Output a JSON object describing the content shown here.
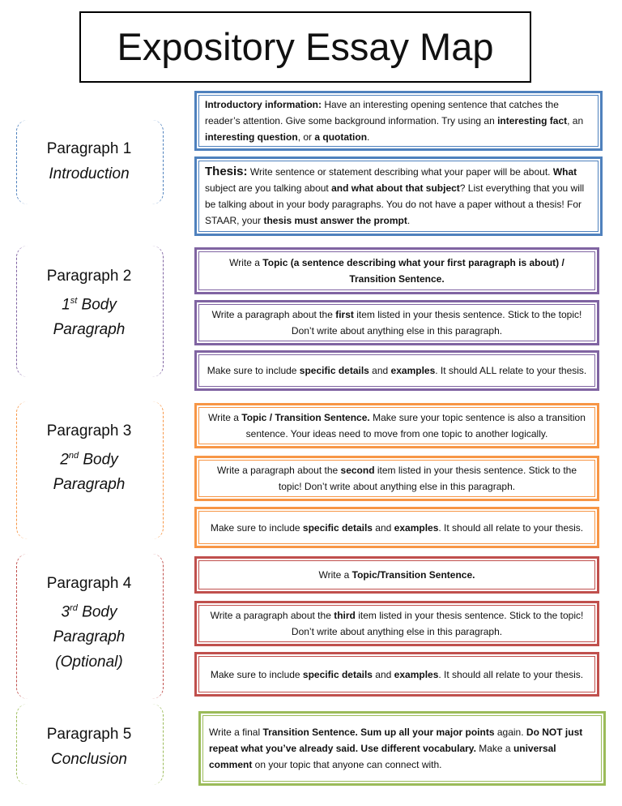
{
  "title": "Expository Essay Map",
  "colors": {
    "p1": "#4f81bd",
    "p2": "#8064a2",
    "p3": "#f79646",
    "p4": "#c0504d",
    "p5": "#9bbb59"
  },
  "sections": [
    {
      "heading": "Paragraph 1",
      "sub": [
        "Introduction"
      ],
      "boxes": [
        [
          {
            "t": "Introductory information:",
            "b": true
          },
          {
            "t": " Have an interesting opening sentence that catches the reader’s attention. Give some background information. Try using an "
          },
          {
            "t": "interesting fact",
            "b": true
          },
          {
            "t": ", an "
          },
          {
            "t": "interesting question",
            "b": true
          },
          {
            "t": ", or "
          },
          {
            "t": "a quotation",
            "b": true
          },
          {
            "t": "."
          }
        ],
        [
          {
            "t": "Thesis:",
            "b": true,
            "big": true
          },
          {
            "t": " Write sentence or statement describing what your paper will be about. "
          },
          {
            "t": "What",
            "b": true
          },
          {
            "t": " subject are you talking about "
          },
          {
            "t": "and what about that subject",
            "b": true
          },
          {
            "t": "? List everything that you will be talking about in your body paragraphs. You do not have a paper without a thesis! For STAAR, your "
          },
          {
            "t": "thesis must answer the prompt",
            "b": true
          },
          {
            "t": "."
          }
        ]
      ]
    },
    {
      "heading": "Paragraph 2",
      "ordinal": "1",
      "sup": "st",
      "ordinal_rest": " Body",
      "sub": [
        "Paragraph"
      ],
      "boxes": [
        [
          {
            "t": "Write a "
          },
          {
            "t": "Topic (a sentence describing what your first paragraph is about) / Transition Sentence.",
            "b": true
          }
        ],
        [
          {
            "t": "Write a paragraph about the "
          },
          {
            "t": "first",
            "b": true
          },
          {
            "t": " item listed in your thesis sentence. Stick to the topic! Don’t write about anything else in this paragraph."
          }
        ],
        [
          {
            "t": "Make sure to include "
          },
          {
            "t": "specific details",
            "b": true
          },
          {
            "t": " and "
          },
          {
            "t": "examples",
            "b": true
          },
          {
            "t": ". It should ALL relate to your thesis."
          }
        ]
      ]
    },
    {
      "heading": "Paragraph 3",
      "ordinal": "2",
      "sup": "nd",
      "ordinal_rest": " Body",
      "sub": [
        "Paragraph"
      ],
      "boxes": [
        [
          {
            "t": "Write a "
          },
          {
            "t": "Topic / Transition Sentence.",
            "b": true
          },
          {
            "t": " Make sure your topic sentence is also a transition sentence. Your ideas need to move from one topic to another logically."
          }
        ],
        [
          {
            "t": "Write a paragraph about the "
          },
          {
            "t": "second",
            "b": true
          },
          {
            "t": " item listed in your thesis sentence. Stick to the topic! Don’t write about anything else in this paragraph."
          }
        ],
        [
          {
            "t": "Make sure to include "
          },
          {
            "t": "specific details",
            "b": true
          },
          {
            "t": " and "
          },
          {
            "t": "examples",
            "b": true
          },
          {
            "t": ". It should all relate to your thesis."
          }
        ]
      ]
    },
    {
      "heading": "Paragraph 4",
      "ordinal": "3",
      "sup": "rd",
      "ordinal_rest": " Body",
      "sub": [
        "Paragraph",
        "(Optional)"
      ],
      "boxes": [
        [
          {
            "t": "Write a "
          },
          {
            "t": "Topic/Transition Sentence.",
            "b": true
          }
        ],
        [
          {
            "t": "Write a paragraph about the "
          },
          {
            "t": "third",
            "b": true
          },
          {
            "t": " item listed in your thesis sentence. Stick to the topic! Don’t write about anything else in this paragraph."
          }
        ],
        [
          {
            "t": "Make sure to include "
          },
          {
            "t": "specific details",
            "b": true
          },
          {
            "t": " and "
          },
          {
            "t": "examples",
            "b": true
          },
          {
            "t": ". It should all relate to your thesis."
          }
        ]
      ]
    },
    {
      "heading": "Paragraph 5",
      "sub": [
        "Conclusion"
      ],
      "boxes": [
        [
          {
            "t": "Write a final "
          },
          {
            "t": "Transition Sentence. Sum up all your major points",
            "b": true
          },
          {
            "t": " again. "
          },
          {
            "t": "Do NOT just repeat what you’ve already said. Use different vocabulary.",
            "b": true
          },
          {
            "t": " Make a "
          },
          {
            "t": "universal comment",
            "b": true
          },
          {
            "t": " on your topic that anyone can connect with."
          }
        ]
      ]
    }
  ]
}
